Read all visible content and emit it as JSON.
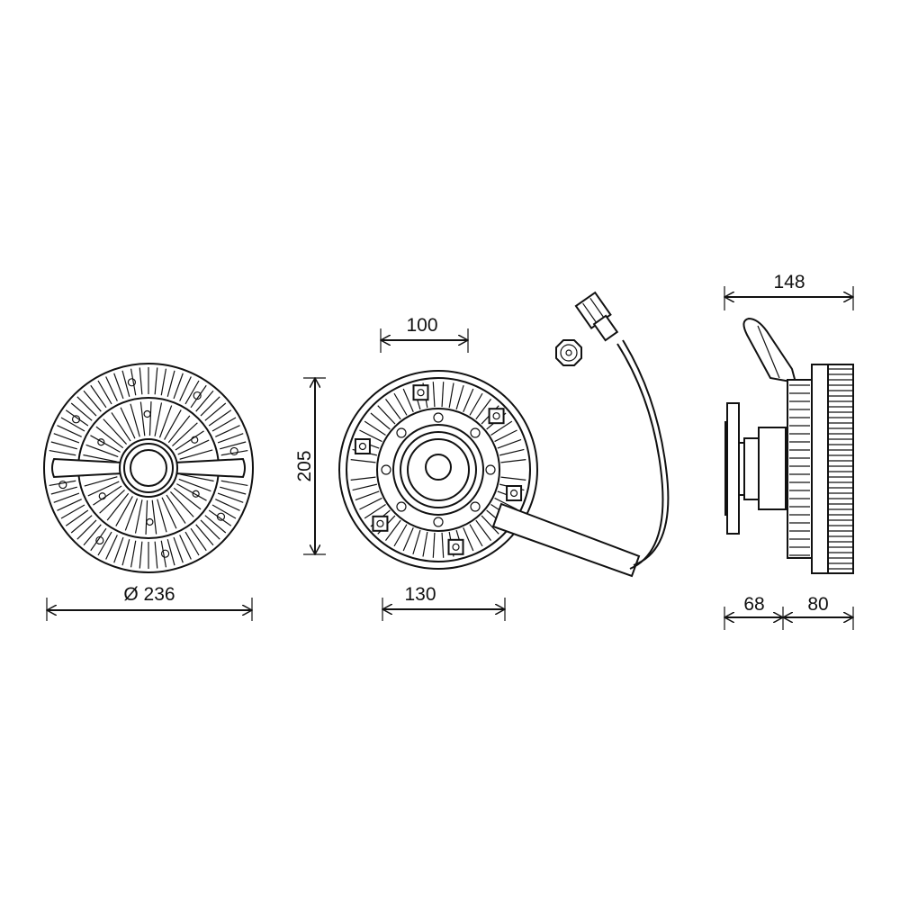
{
  "drawing": {
    "views": [
      {
        "name": "front-view",
        "dimensions": [
          {
            "label": "Ø 236"
          }
        ]
      },
      {
        "name": "rear-view",
        "dimensions": [
          {
            "label": "100"
          },
          {
            "label": "205"
          },
          {
            "label": "130"
          }
        ]
      },
      {
        "name": "side-view",
        "dimensions": [
          {
            "label": "148"
          },
          {
            "label": "68"
          },
          {
            "label": "80"
          }
        ]
      }
    ],
    "line_color": "#111111",
    "background": "#ffffff"
  }
}
